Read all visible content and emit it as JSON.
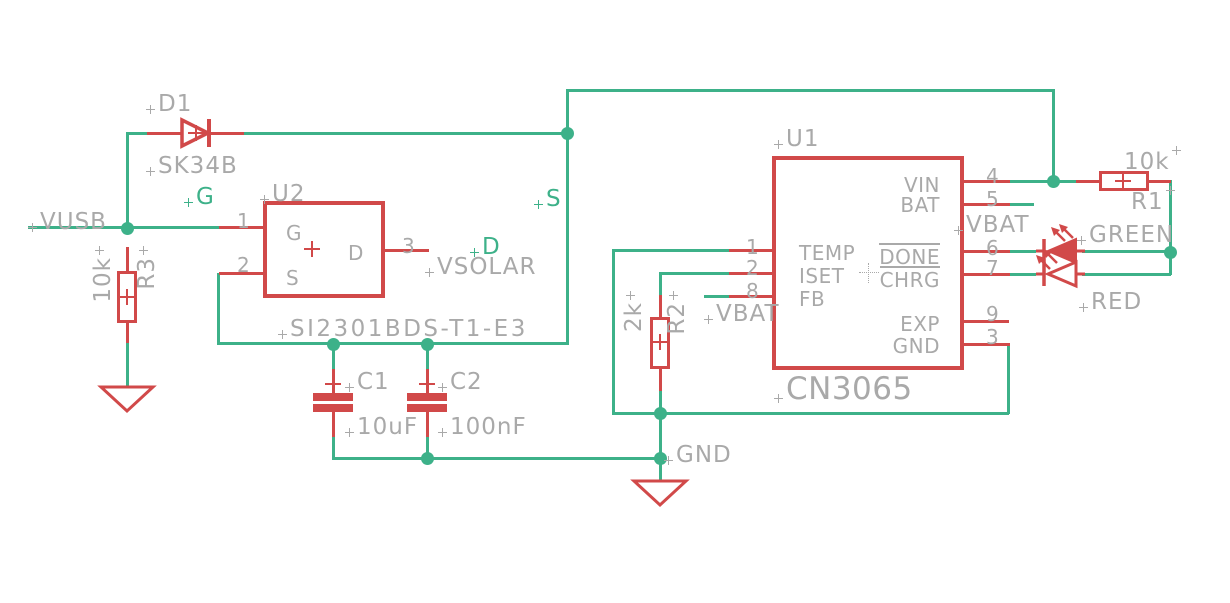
{
  "schematic": {
    "colors": {
      "wire": "#3db189",
      "component": "#d14949",
      "text": "#a9a9a9",
      "background": "#ffffff"
    },
    "nets": {
      "vusb": "VUSB",
      "g": "G",
      "s": "S",
      "d": "D",
      "vsolar": "VSOLAR",
      "vbat": "VBAT",
      "gnd": "GND"
    },
    "d1": {
      "ref": "D1",
      "value": "SK34B"
    },
    "u2": {
      "ref": "U2",
      "value": "SI2301BDS-T1-E3",
      "pins": {
        "gate": {
          "num": "1",
          "label": "G"
        },
        "source": {
          "num": "2",
          "label": "S"
        },
        "drain": {
          "num": "3",
          "label": "D"
        }
      }
    },
    "u1": {
      "ref": "U1",
      "value": "CN3065",
      "pins": {
        "temp": {
          "num": "1",
          "label": "TEMP"
        },
        "iset": {
          "num": "2",
          "label": "ISET"
        },
        "fb": {
          "num": "8",
          "label": "FB"
        },
        "vin": {
          "num": "4",
          "label": "VIN"
        },
        "bat": {
          "num": "5",
          "label": "BAT"
        },
        "done": {
          "num": "6",
          "label": "DONE"
        },
        "chrg": {
          "num": "7",
          "label": "CHRG"
        },
        "exp": {
          "num": "9",
          "label": "EXP"
        },
        "gnd": {
          "num": "3",
          "label": "GND"
        }
      }
    },
    "r1": {
      "ref": "R1",
      "value": "10k"
    },
    "r2": {
      "ref": "R2",
      "value": "2k"
    },
    "r3": {
      "ref": "R3",
      "value": "10k"
    },
    "c1": {
      "ref": "C1",
      "value": "10uF"
    },
    "c2": {
      "ref": "C2",
      "value": "100nF"
    },
    "led_green": {
      "label": "GREEN"
    },
    "led_red": {
      "label": "RED"
    }
  }
}
